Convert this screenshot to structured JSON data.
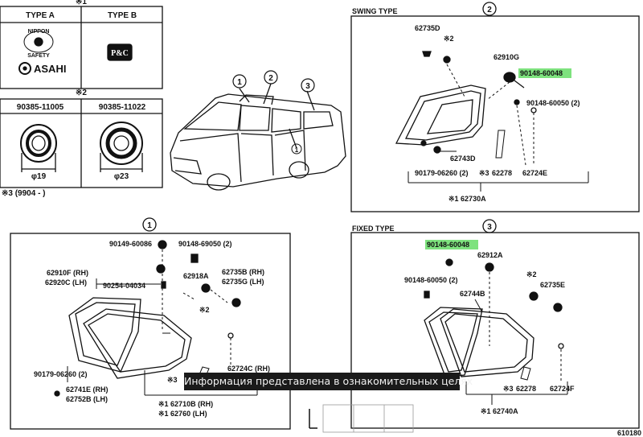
{
  "top_left": {
    "marker_top": "※1",
    "type_a": "TYPE A",
    "type_b": "TYPE B",
    "nippon": "NIPPON",
    "safety": "SAFETY",
    "asahi": "ASAHI",
    "note2": "※2",
    "part_left": "90385-11005",
    "part_right": "90385-11022",
    "dia_left": "φ19",
    "dia_right": "φ23",
    "note3": "※3 (9904 -        )"
  },
  "swing": {
    "title": "SWING TYPE",
    "num": "2",
    "labels": {
      "p62735d": "62735D",
      "mark2": "※2",
      "p62910g": "62910G",
      "p9014860048": "90148-60048",
      "p9014860050": "90148-60050 (2)",
      "p62743d": "62743D",
      "p9017906260": "90179-06260 (2)",
      "mark3": "※3",
      "p62278": "62278",
      "p62724e": "62724E",
      "p62730a": "※1 62730A"
    }
  },
  "van": {
    "c1": "1",
    "c2": "2",
    "c3": "3",
    "c1b": "1"
  },
  "quarter": {
    "num": "1",
    "labels": {
      "p9014960086": "90149-60086",
      "p9014869050": "90148-69050 (2)",
      "p62910f": "62910F (RH)",
      "p62920c": "62920C (LH)",
      "p9025404034": "90254-04034",
      "p62918a": "62918A",
      "p62735b": "62735B (RH)",
      "p62735g": "62735G (LH)",
      "mark2": "※2",
      "p62724c": "62724C (RH)",
      "p9017906260": "90179-06260 (2)",
      "p62741e": "62741E (RH)",
      "p62752b": "62752B (LH)",
      "mark3": "※3",
      "p62710b": "※1 62710B (RH)",
      "p62760": "※1 62760 (LH)"
    }
  },
  "fixed": {
    "title": "FIXED TYPE",
    "num": "3",
    "labels": {
      "p9014860048": "90148-60048",
      "p62912a": "62912A",
      "p9014860050": "90148-60050 (2)",
      "mark2": "※2",
      "p62735e": "62735E",
      "p62744b": "62744B",
      "p62278": "62278",
      "p62724f": "62724F",
      "mark3": "※3",
      "p62740a": "※1 62740A"
    }
  },
  "banner_text": "Информация представлена в ознакомительных целях",
  "figure_code": "610180",
  "colors": {
    "highlight": "#7ee27e",
    "banner_bg": "#1a1a1a",
    "line": "#111111"
  }
}
